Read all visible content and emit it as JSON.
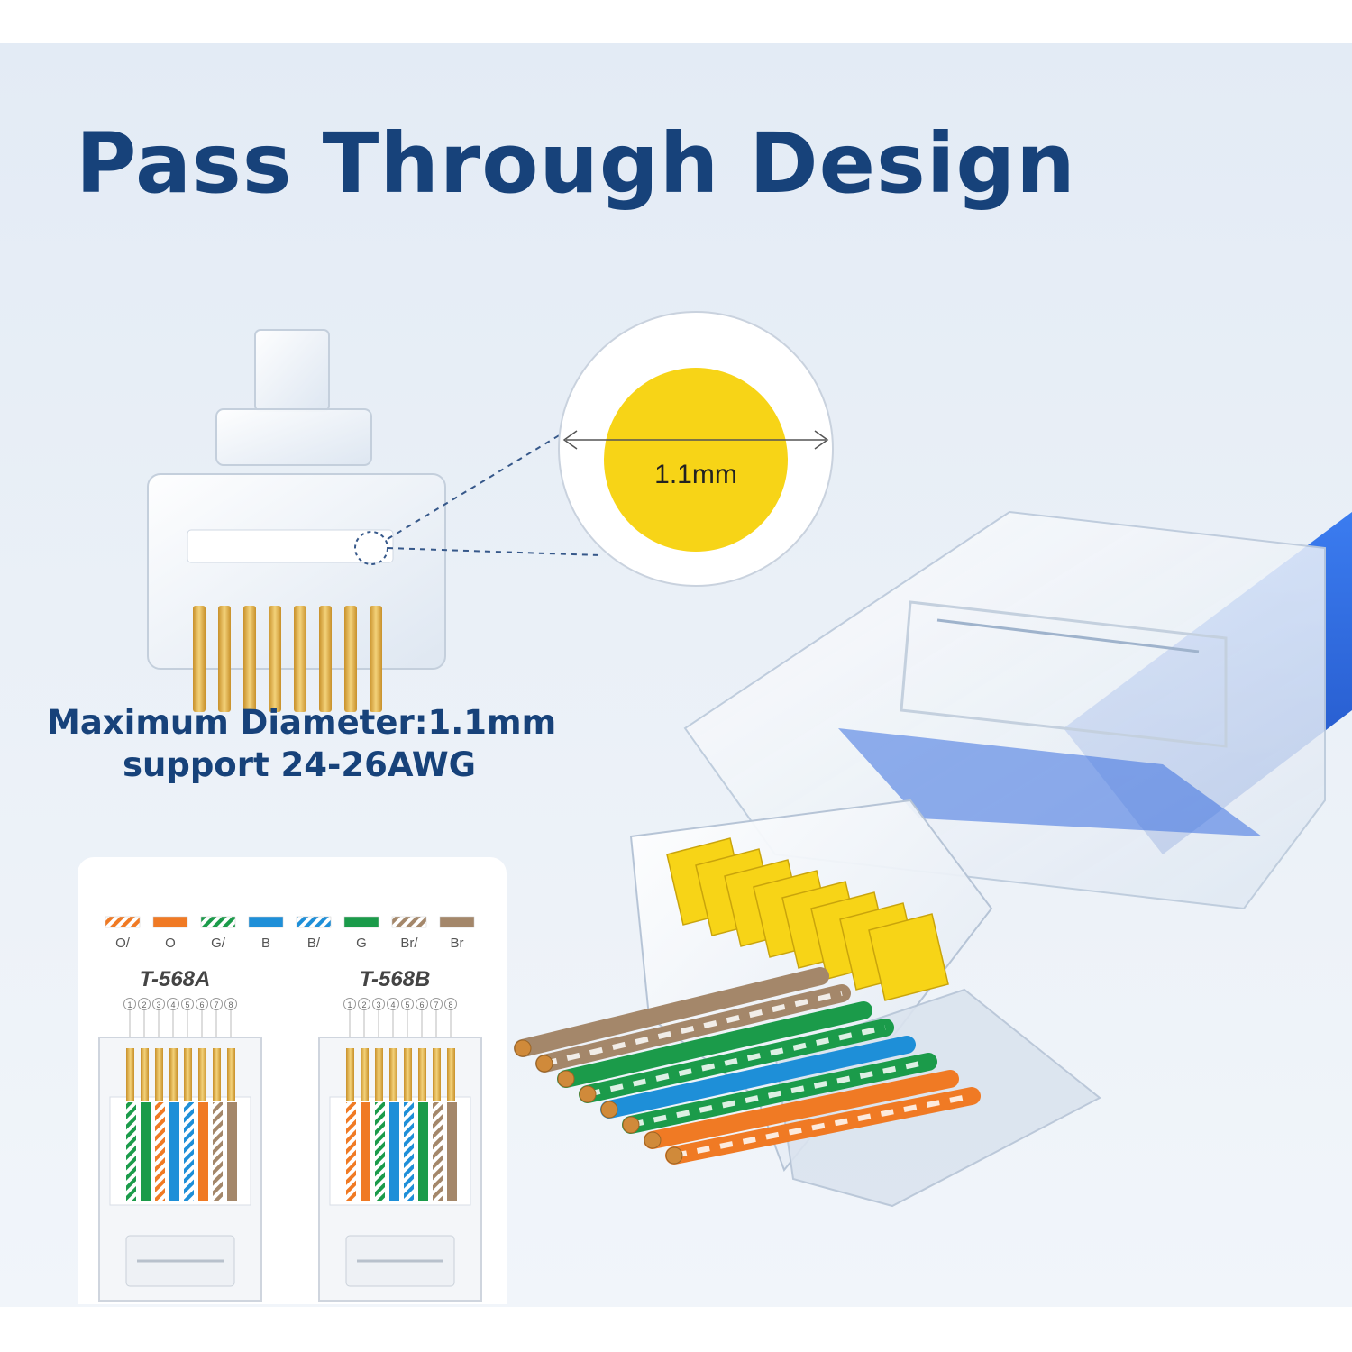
{
  "title": "Pass Through Design",
  "spec": {
    "diameter_text": "Maximum Diameter:1.1mm",
    "support_text": "support 24-26AWG",
    "zoom_label": "1.1mm"
  },
  "wiring": {
    "legend": [
      "O/",
      "O",
      "G/",
      "B",
      "B/",
      "G",
      "Br/",
      "Br"
    ],
    "standards": [
      {
        "name": "T-568A",
        "pins": [
          "1",
          "2",
          "3",
          "4",
          "5",
          "6",
          "7",
          "8"
        ]
      },
      {
        "name": "T-568B",
        "pins": [
          "1",
          "2",
          "3",
          "4",
          "5",
          "6",
          "7",
          "8"
        ]
      }
    ]
  },
  "colors": {
    "title": "#17427a",
    "orange": "#f07a24",
    "green": "#1b9b4a",
    "blue": "#1e8fd8",
    "brown": "#a4876a",
    "gold": "#e2b341",
    "yellow_dot": "#f7d417",
    "cable_blue": "#2a62d8"
  }
}
